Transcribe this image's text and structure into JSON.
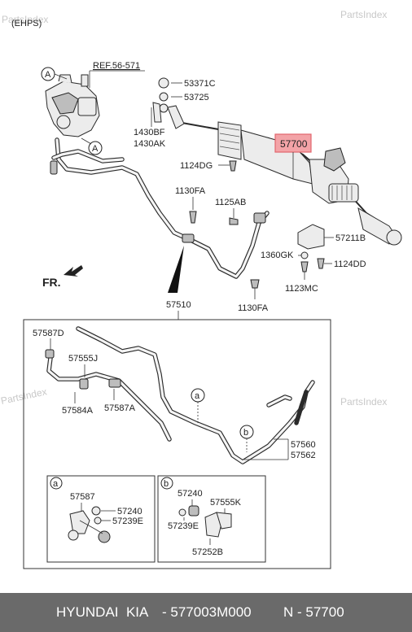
{
  "header": {
    "variant": "(EHPS)"
  },
  "watermarks": [
    "PartsIndex",
    "PartsIndex",
    "PartsIndex",
    "PartsIndex"
  ],
  "labels": {
    "ref": "REF.56-571",
    "circle_a_top": "A",
    "circle_a_mid": "A",
    "p53371C": "53371C",
    "p53725": "53725",
    "p1430BF": "1430BF",
    "p1430AK": "1430AK",
    "p57700": "57700",
    "p1124DG": "1124DG",
    "p1130FA_top": "1130FA",
    "p1125AB": "1125AB",
    "p57211B": "57211B",
    "p1360GK": "1360GK",
    "p1124DD": "1124DD",
    "p1123MC": "1123MC",
    "fr": "FR.",
    "p57510": "57510",
    "p1130FA_bot": "1130FA",
    "p57587D": "57587D",
    "p57555J": "57555J",
    "p57584A": "57584A",
    "p57587A": "57587A",
    "circle_a_box": "a",
    "circle_b_box": "b",
    "p57560": "57560",
    "p57562": "57562",
    "inset_a": "a",
    "inset_b": "b",
    "p57587_inset": "57587",
    "p57240_a": "57240",
    "p57239E_a": "57239E",
    "p57240_b": "57240",
    "p57555K": "57555K",
    "p57239E_b": "57239E",
    "p57252B": "57252B"
  },
  "footer": {
    "brand": "HYUNDAI  KIA",
    "part_code": "- 577003M000",
    "ref": "N - 57700"
  },
  "colors": {
    "highlight_fill": "#f3a3a7",
    "highlight_border": "#e2666d",
    "footer_bg": "#6a6a6a",
    "watermark": "#c8c8c8"
  }
}
